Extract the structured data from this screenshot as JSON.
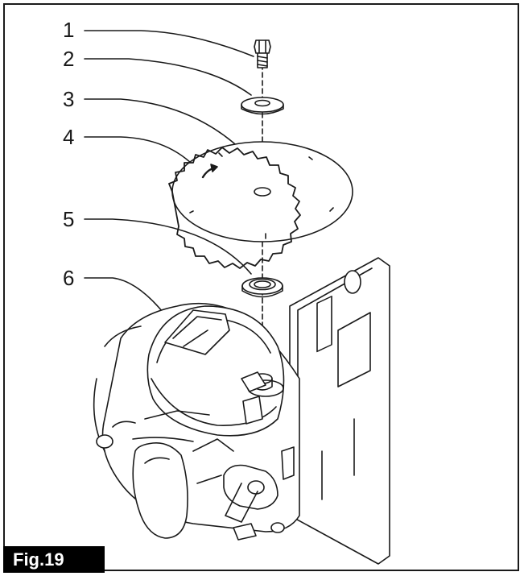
{
  "figure": {
    "label": "Fig.19"
  },
  "callouts": [
    {
      "number": "1",
      "part": "blade bolt"
    },
    {
      "number": "2",
      "part": "outer flange washer"
    },
    {
      "number": "3",
      "part": "saw blade"
    },
    {
      "number": "4",
      "part": "rotation direction arrow"
    },
    {
      "number": "5",
      "part": "inner flange washer"
    },
    {
      "number": "6",
      "part": "saw body / blade guard"
    }
  ],
  "colors": {
    "ink": "#1a1a1a",
    "background": "#ffffff",
    "label_bg": "#000000",
    "label_text": "#ffffff"
  }
}
